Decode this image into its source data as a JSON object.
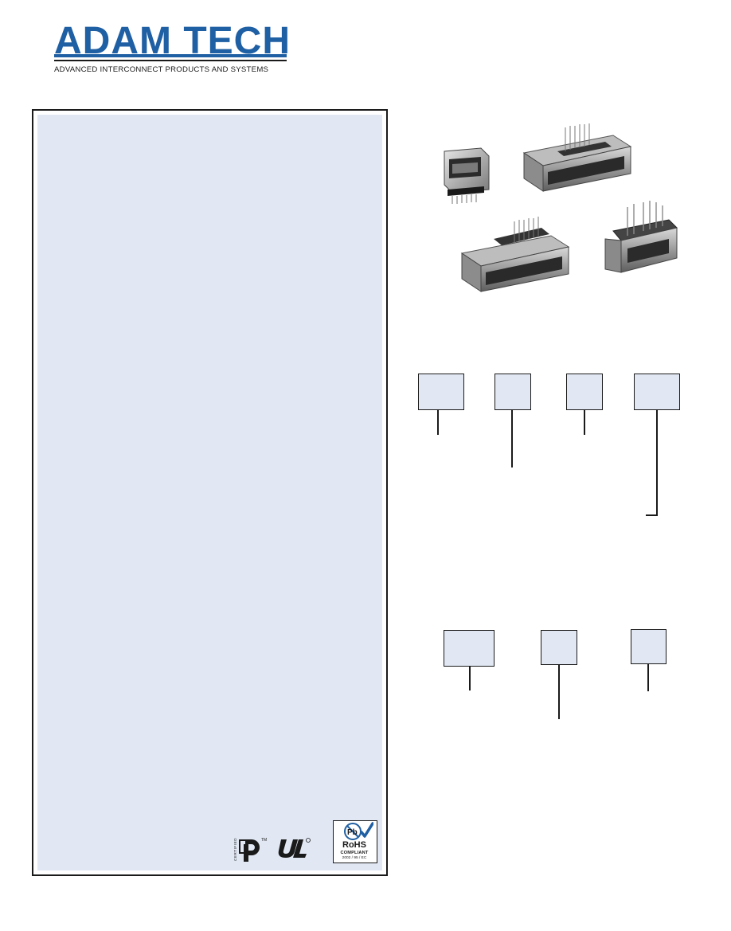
{
  "brand": {
    "name": "ADAM TECH",
    "tagline": "ADVANCED INTERCONNECT PRODUCTS AND SYSTEMS",
    "color": "#1f5fa3"
  },
  "panel": {
    "background": "#e1e8f4"
  },
  "certifications": {
    "dp_label": "CERTIFIED",
    "dp_tm": "TM",
    "rohs_symbol": "Pb",
    "rohs_title": "RoHS",
    "rohs_sub": "COMPLIANT",
    "rohs_year": "2002 / 95 / EC"
  },
  "products": {
    "icons": [
      "mini-displayport-vertical-icon",
      "displayport-right-angle-icon",
      "displayport-right-angle-icon",
      "mini-displayport-right-angle-icon"
    ]
  }
}
